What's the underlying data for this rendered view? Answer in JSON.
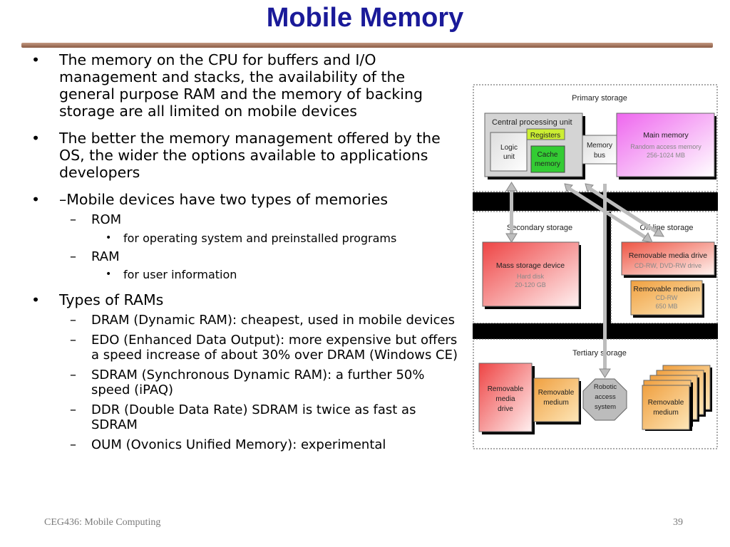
{
  "slide": {
    "title": "Mobile Memory",
    "footer_left": "CEG436: Mobile Computing",
    "page_number": "39"
  },
  "bullets": {
    "b1": "The memory on the CPU for buffers and I/O management and stacks, the availability of the general purpose RAM and the memory of backing storage are all limited on mobile devices",
    "b2": "The better the memory management offered by the OS, the wider the options available to applications developers",
    "b3": "–Mobile devices have two types of memories",
    "rom": "ROM",
    "rom_detail": "for operating system and preinstalled programs",
    "ram": "RAM",
    "ram_detail": "for user information",
    "b4": "Types of RAMs",
    "dram": "DRAM (Dynamic RAM): cheapest, used in mobile devices",
    "edo": "EDO (Enhanced Data Output): more expensive but offers a speed increase of about 30% over DRAM (Windows CE)",
    "sdram": "SDRAM (Synchronous Dynamic RAM): a further 50% speed (iPAQ)",
    "ddr": "DDR (Double Data Rate) SDRAM is twice as fast as SDRAM",
    "oum": "OUM (Ovonics Unified Memory): experimental"
  },
  "diagram": {
    "primary_storage": "Primary storage",
    "cpu": "Central processing unit",
    "logic_unit": [
      "Logic",
      "unit"
    ],
    "registers": "Registers",
    "cache_memory": [
      "Cache",
      "memory"
    ],
    "memory_bus": [
      "Memory",
      "bus"
    ],
    "main_memory": "Main memory",
    "main_memory_sub": [
      "Random access memory",
      "256-1024 MB"
    ],
    "secondary_storage": "Secondary storage",
    "mass_storage": "Mass storage device",
    "mass_storage_sub": [
      "Hard disk",
      "20-120 GB"
    ],
    "offline_storage": "Off-line storage",
    "removable_drive": "Removable media drive",
    "removable_drive_sub": "CD-RW, DVD-RW drive",
    "removable_medium": "Removable medium",
    "removable_medium_sub": [
      "CD-RW",
      "650 MB"
    ],
    "tertiary_storage": "Tertiary storage",
    "tert_drive": [
      "Removable",
      "media",
      "drive"
    ],
    "tert_medium": [
      "Removable",
      "medium"
    ],
    "robotic": [
      "Robotic",
      "access",
      "system"
    ],
    "tert_medium_stack": [
      "Removable",
      "medium"
    ]
  },
  "colors": {
    "title": "#1a1a99",
    "main_memory_fill": "#ee66ee",
    "secondary_fill": "#ee5555",
    "offline_fill": "#ee6655",
    "medium_fill": "#f3b04e",
    "registers_fill": "#ccee33",
    "cache_fill": "#33cc33"
  }
}
